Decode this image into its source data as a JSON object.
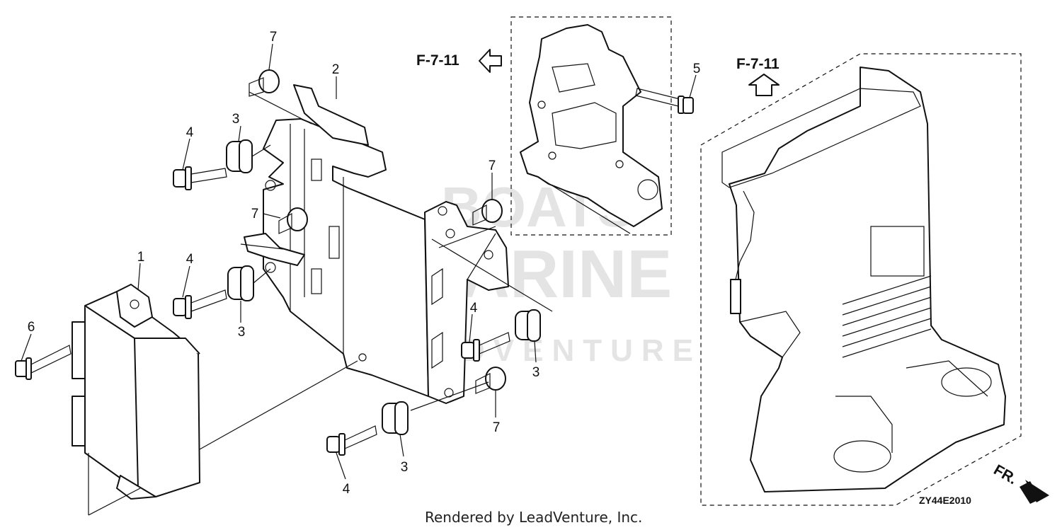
{
  "callouts": {
    "c1": "1",
    "c2": "2",
    "c3a": "3",
    "c3b": "3",
    "c3c": "3",
    "c3d": "3",
    "c4a": "4",
    "c4b": "4",
    "c4c": "4",
    "c4d": "4",
    "c5": "5",
    "c6": "6",
    "c7a": "7",
    "c7b": "7",
    "c7c": "7",
    "c7d": "7"
  },
  "references": {
    "left": "F-7-11",
    "right": "F-7-11"
  },
  "direction_label": "FR.",
  "diagram_code": "ZY44E2010",
  "footer": "Rendered by LeadVenture, Inc.",
  "watermark": {
    "line1": "BOATS",
    "line2": "MARINE",
    "line3": "LEADVENTURE"
  },
  "icons": [
    "arrow-left-outline-icon",
    "arrow-up-outline-icon",
    "arrow-down-right-filled-icon"
  ]
}
